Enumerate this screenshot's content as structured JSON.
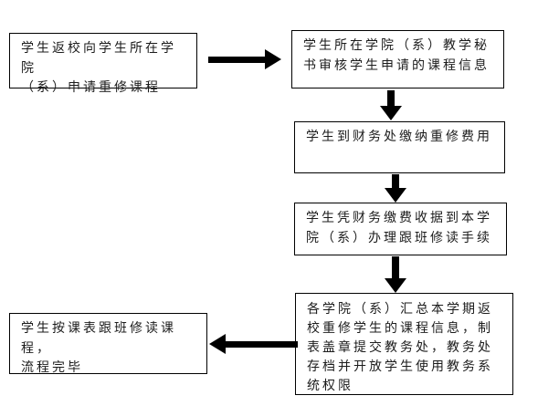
{
  "diagram": {
    "type": "flowchart",
    "description": "Course retake application process flowchart",
    "colors": {
      "background": "#ffffff",
      "node_border": "#000000",
      "node_fill": "#ffffff",
      "arrow": "#000000",
      "text": "#1c1c1c"
    },
    "nodes": [
      {
        "id": "apply",
        "text": "学生返校向学生所在学院\n（系）申请重修课程"
      },
      {
        "id": "review",
        "text": "学生所在学院（系）教学秘\n书审核学生申请的课程信息"
      },
      {
        "id": "pay",
        "text": "学生到财务处缴纳重修费用"
      },
      {
        "id": "enroll",
        "text": "学生凭财务缴费收据到本学\n院（系）办理跟班修读手续"
      },
      {
        "id": "collect",
        "text": "各学院（系）汇总本学期返\n校重修学生的课程信息，制\n表盖章提交教务处，教务处\n存档并开放学生使用教务系\n统权限"
      },
      {
        "id": "finish",
        "text": "学生按课表跟班修读课程，\n流程完毕"
      }
    ],
    "edges": [
      {
        "from": "apply",
        "to": "review",
        "direction": "right"
      },
      {
        "from": "review",
        "to": "pay",
        "direction": "down"
      },
      {
        "from": "pay",
        "to": "enroll",
        "direction": "down"
      },
      {
        "from": "enroll",
        "to": "collect",
        "direction": "down"
      },
      {
        "from": "collect",
        "to": "finish",
        "direction": "left"
      }
    ]
  }
}
